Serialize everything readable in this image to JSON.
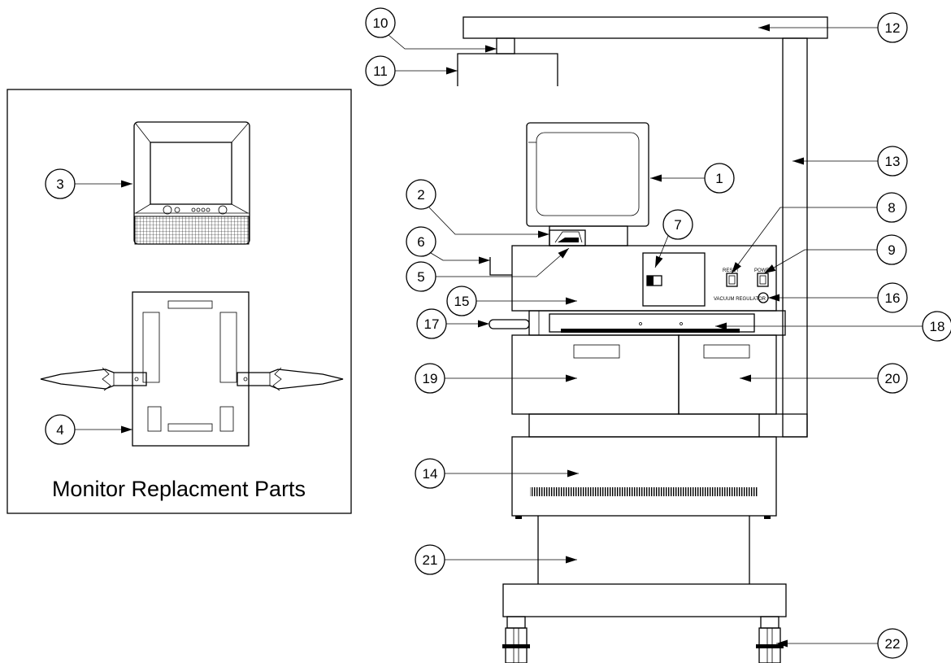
{
  "caption": "Monitor Replacment Parts",
  "labels": {
    "reset": "RESET",
    "power": "POWER",
    "vacuum_regulator": "VACUUM REGULATOR"
  },
  "callouts": [
    "1",
    "2",
    "3",
    "4",
    "5",
    "6",
    "7",
    "8",
    "9",
    "10",
    "11",
    "12",
    "13",
    "14",
    "15",
    "16",
    "17",
    "18",
    "19",
    "20",
    "21",
    "22"
  ],
  "colors": {
    "line": "#000000",
    "background": "#ffffff"
  }
}
